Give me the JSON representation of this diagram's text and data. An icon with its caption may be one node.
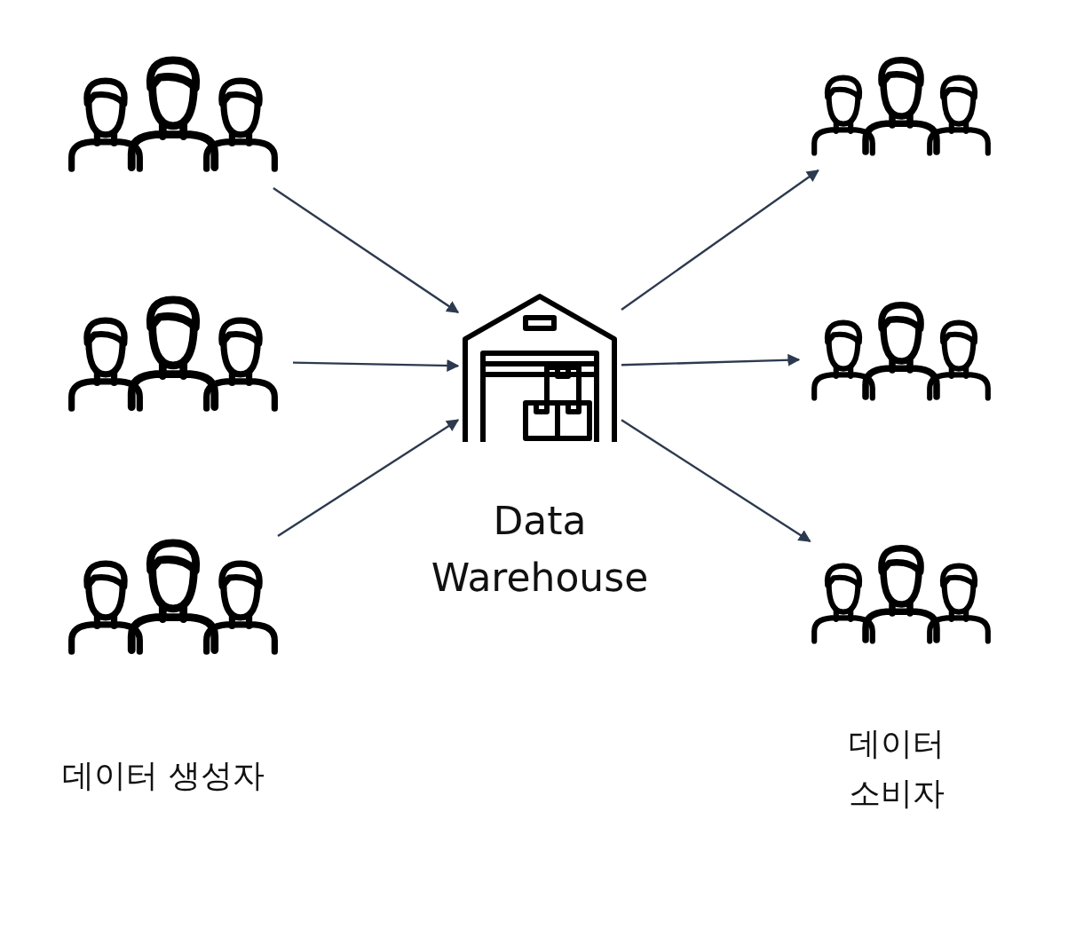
{
  "diagram": {
    "nodes": [
      {
        "text": [],
        "shape": "person"
      },
      {
        "text": [],
        "shape": "person"
      },
      {
        "text": [],
        "shape": "person"
      },
      {
        "text": [],
        "shape": "picture",
        "beside": [
          "Data Warehouse"
        ]
      },
      {
        "text": [],
        "shape": "person"
      },
      {
        "text": [],
        "shape": "person"
      },
      {
        "text": [],
        "shape": "person"
      }
    ],
    "edges": [
      {
        "from": 0,
        "to": 3,
        "arrow": "to"
      },
      {
        "from": 1,
        "to": 3,
        "arrow": "to"
      },
      {
        "from": 2,
        "to": 3,
        "arrow": "to"
      },
      {
        "from": 3,
        "to": 4,
        "arrow": "to"
      },
      {
        "from": 3,
        "to": 5,
        "arrow": "to"
      },
      {
        "from": 3,
        "to": 6,
        "arrow": "to"
      }
    ],
    "labels": [
      "데이터 생성자",
      "데이터 소비자"
    ]
  }
}
